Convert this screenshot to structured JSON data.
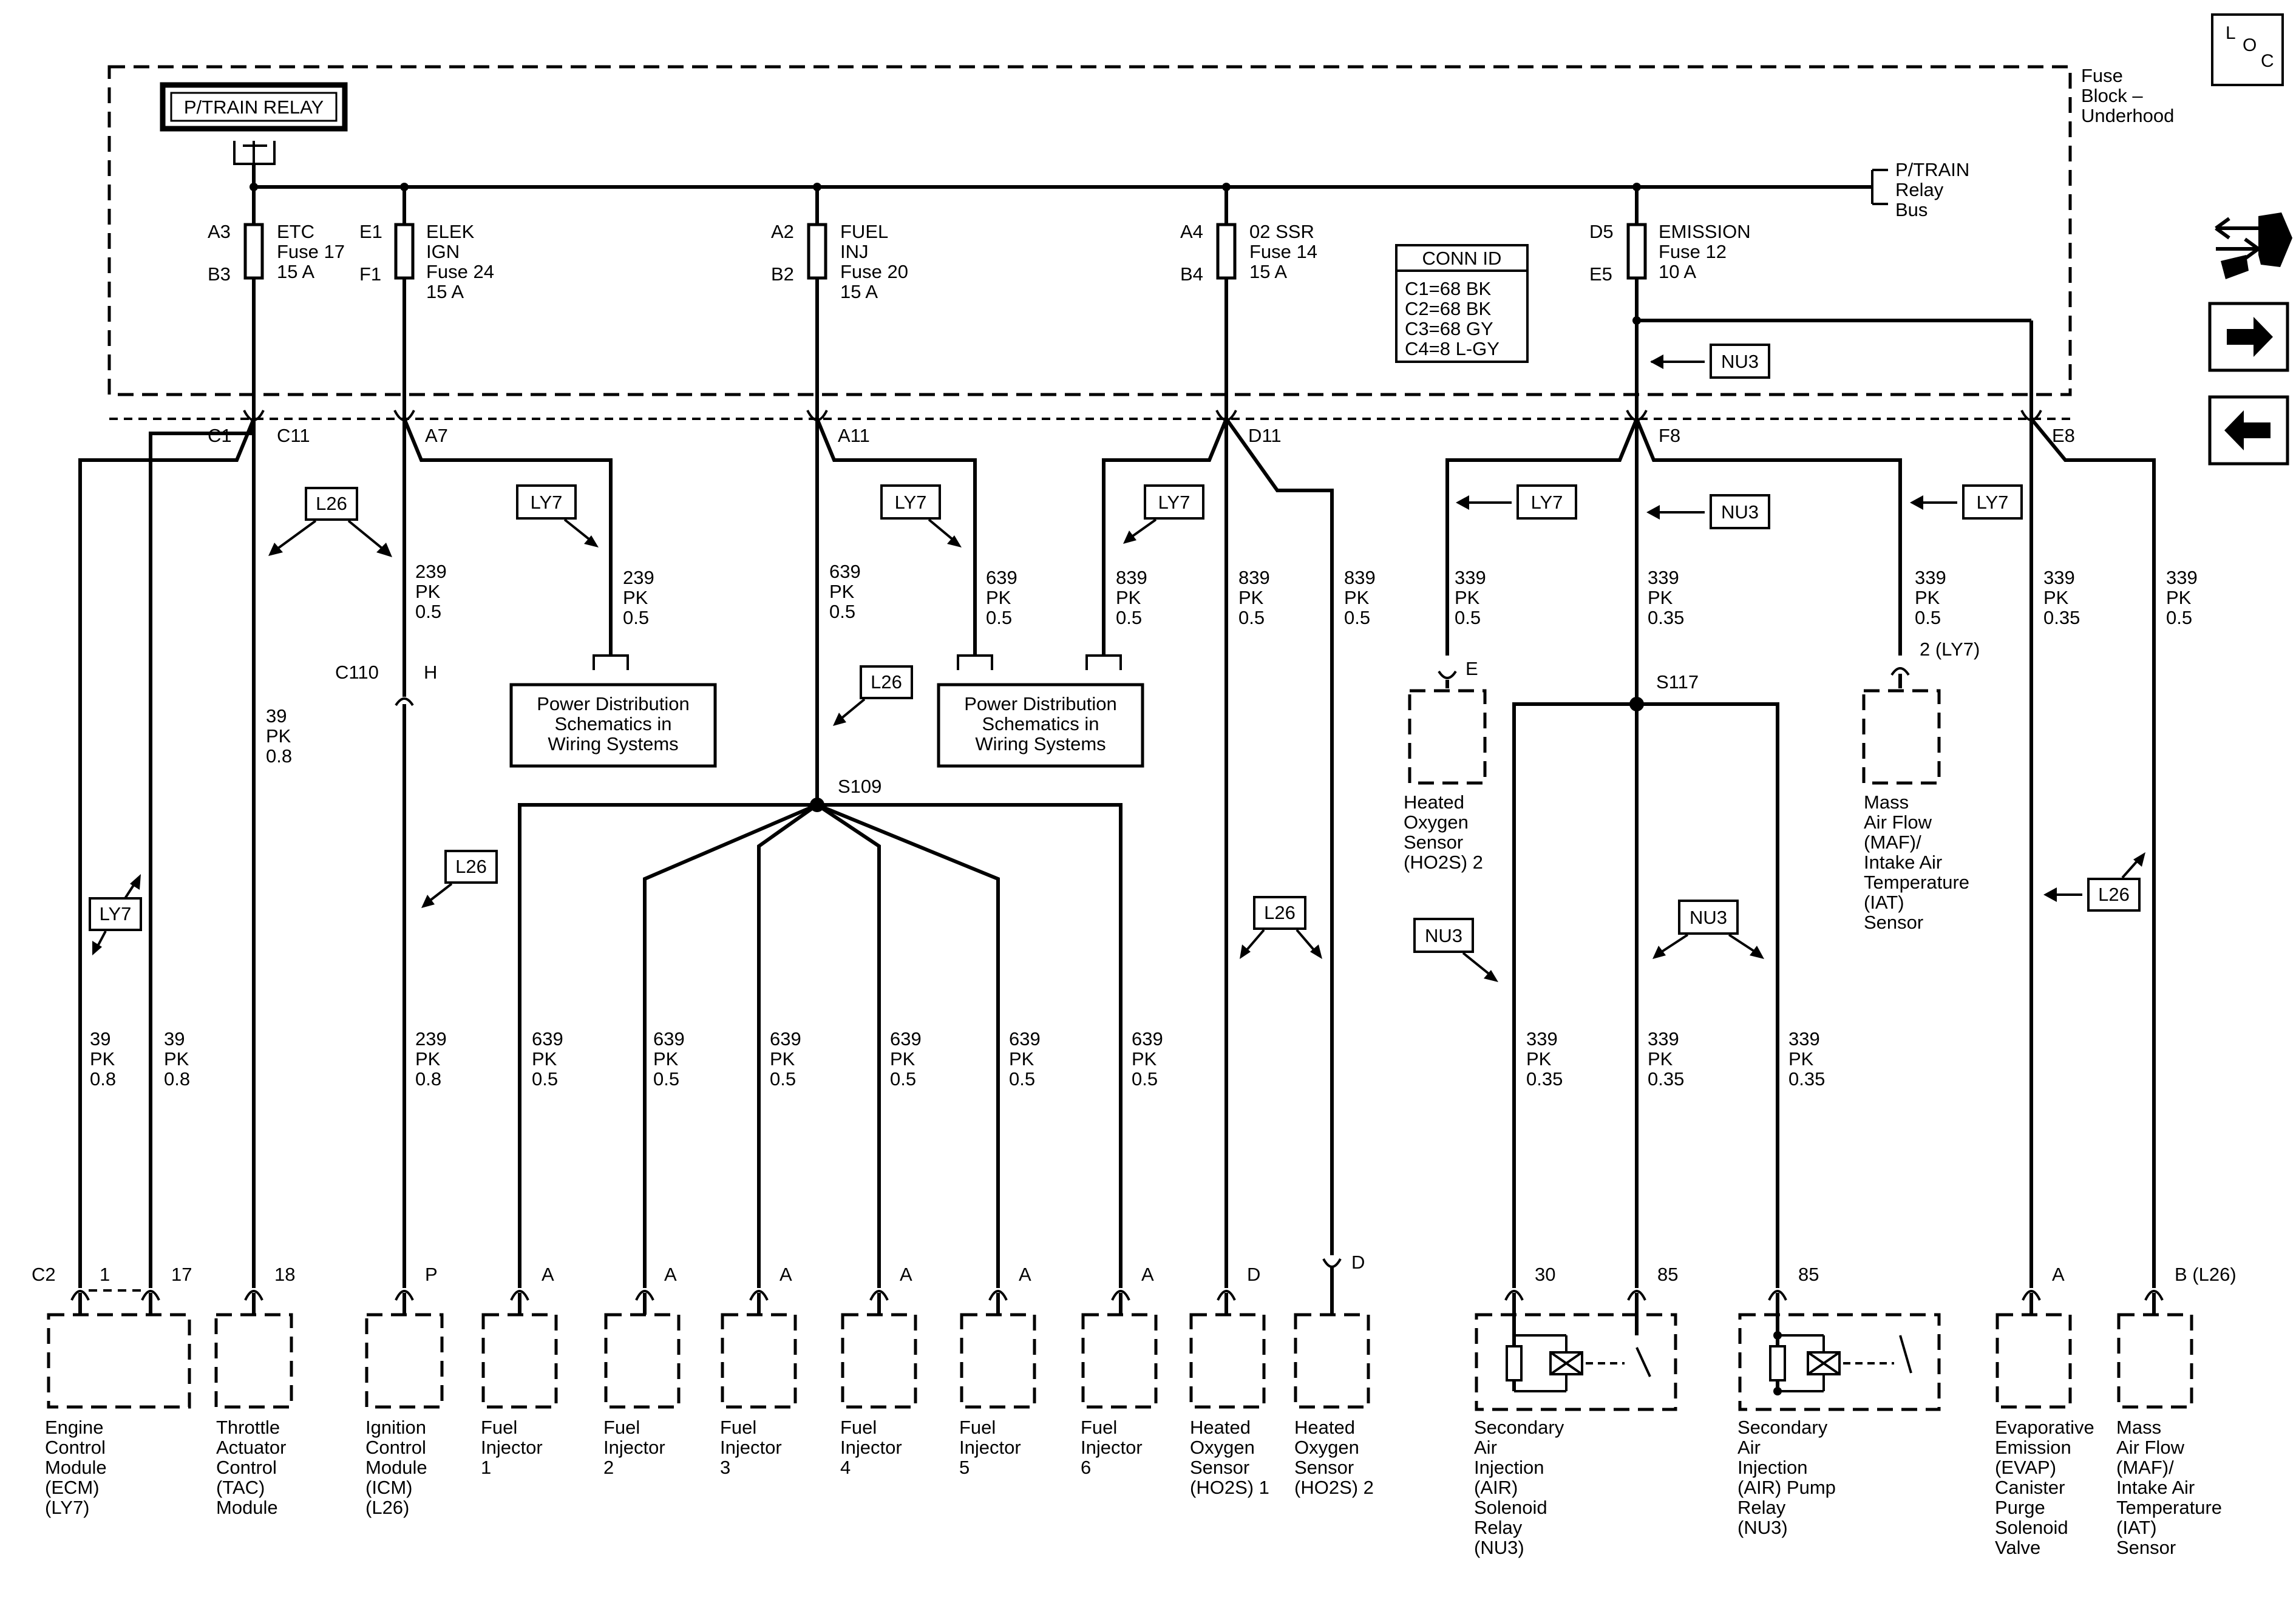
{
  "title_box": "P/TRAIN RELAY",
  "fuse_block": [
    "Fuse",
    "Block –",
    "Underhood"
  ],
  "bus": [
    "P/TRAIN",
    "Relay",
    "Bus"
  ],
  "loc_icon": "L O C",
  "nav_icons": [
    "tool-icon",
    "arrow-right-icon",
    "arrow-left-icon"
  ],
  "fuses": [
    {
      "top": "A3",
      "bot": "B3",
      "name": [
        "ETC",
        "Fuse 17",
        "15 A"
      ]
    },
    {
      "top": "E1",
      "bot": "F1",
      "name": [
        "ELEK",
        "IGN",
        "Fuse 24",
        "15 A"
      ]
    },
    {
      "top": "A2",
      "bot": "B2",
      "name": [
        "FUEL",
        "INJ",
        "Fuse 20",
        "15 A"
      ]
    },
    {
      "top": "A4",
      "bot": "B4",
      "name": [
        "02 SSR",
        "Fuse 14",
        "15 A"
      ]
    },
    {
      "top": "D5",
      "bot": "E5",
      "name": [
        "EMISSION",
        "Fuse 12",
        "10 A"
      ]
    }
  ],
  "conn_id": {
    "title": "CONN ID",
    "rows": [
      "C1=68 BK",
      "C2=68 BK",
      "C3=68 GY",
      "C4=8 L-GY"
    ]
  },
  "connectors": [
    "C1",
    "C11",
    "A7",
    "A11",
    "D11",
    "F8",
    "E8"
  ],
  "options": {
    "ly7": "LY7",
    "l26": "L26",
    "nu3": "NU3"
  },
  "wires": {
    "w39_08": [
      "39",
      "PK",
      "0.8"
    ],
    "w239_05": [
      "239",
      "PK",
      "0.5"
    ],
    "w239_08": [
      "239",
      "PK",
      "0.8"
    ],
    "w639_05": [
      "639",
      "PK",
      "0.5"
    ],
    "w839_05": [
      "839",
      "PK",
      "0.5"
    ],
    "w339_05": [
      "339",
      "PK",
      "0.5"
    ],
    "w339_035": [
      "339",
      "PK",
      "0.35"
    ]
  },
  "splices": {
    "s109": "S109",
    "s117": "S117"
  },
  "inline": {
    "c110": "C110",
    "h": "H",
    "e": "E",
    "two_ly7": "2 (LY7)"
  },
  "pd_box": [
    "Power Distribution",
    "Schematics in",
    "Wiring Systems"
  ],
  "pins": {
    "c2": "C2",
    "one": "1",
    "seventeen": "17",
    "eighteen": "18",
    "p": "P",
    "a": "A",
    "d": "D",
    "thirty": "30",
    "eightyfive": "85",
    "b_l26": "B (L26)"
  },
  "components": {
    "ecm": [
      "Engine",
      "Control",
      "Module",
      "(ECM)",
      "(LY7)"
    ],
    "tac": [
      "Throttle",
      "Actuator",
      "Control",
      "(TAC)",
      "Module"
    ],
    "icm": [
      "Ignition",
      "Control",
      "Module",
      "(ICM)",
      "(L26)"
    ],
    "inj1": [
      "Fuel",
      "Injector",
      "1"
    ],
    "inj2": [
      "Fuel",
      "Injector",
      "2"
    ],
    "inj3": [
      "Fuel",
      "Injector",
      "3"
    ],
    "inj4": [
      "Fuel",
      "Injector",
      "4"
    ],
    "inj5": [
      "Fuel",
      "Injector",
      "5"
    ],
    "inj6": [
      "Fuel",
      "Injector",
      "6"
    ],
    "ho2s1": [
      "Heated",
      "Oxygen",
      "Sensor",
      "(HO2S) 1"
    ],
    "ho2s2": [
      "Heated",
      "Oxygen",
      "Sensor",
      "(HO2S) 2"
    ],
    "ho2s2_top": [
      "Heated",
      "Oxygen",
      "Sensor",
      "(HO2S) 2"
    ],
    "maf_top": [
      "Mass",
      "Air Flow",
      "(MAF)/",
      "Intake Air",
      "Temperature",
      "(IAT)",
      "Sensor"
    ],
    "air_relay": [
      "Secondary",
      "Air",
      "Injection",
      "(AIR)",
      "Solenoid",
      "Relay",
      "(NU3)"
    ],
    "air_pump": [
      "Secondary",
      "Air",
      "Injection",
      "(AIR) Pump",
      "Relay",
      "(NU3)"
    ],
    "evap": [
      "Evaporative",
      "Emission",
      "(EVAP)",
      "Canister",
      "Purge",
      "Solenoid",
      "Valve"
    ],
    "maf": [
      "Mass",
      "Air Flow",
      "(MAF)/",
      "Intake Air",
      "Temperature",
      "(IAT)",
      "Sensor"
    ]
  }
}
